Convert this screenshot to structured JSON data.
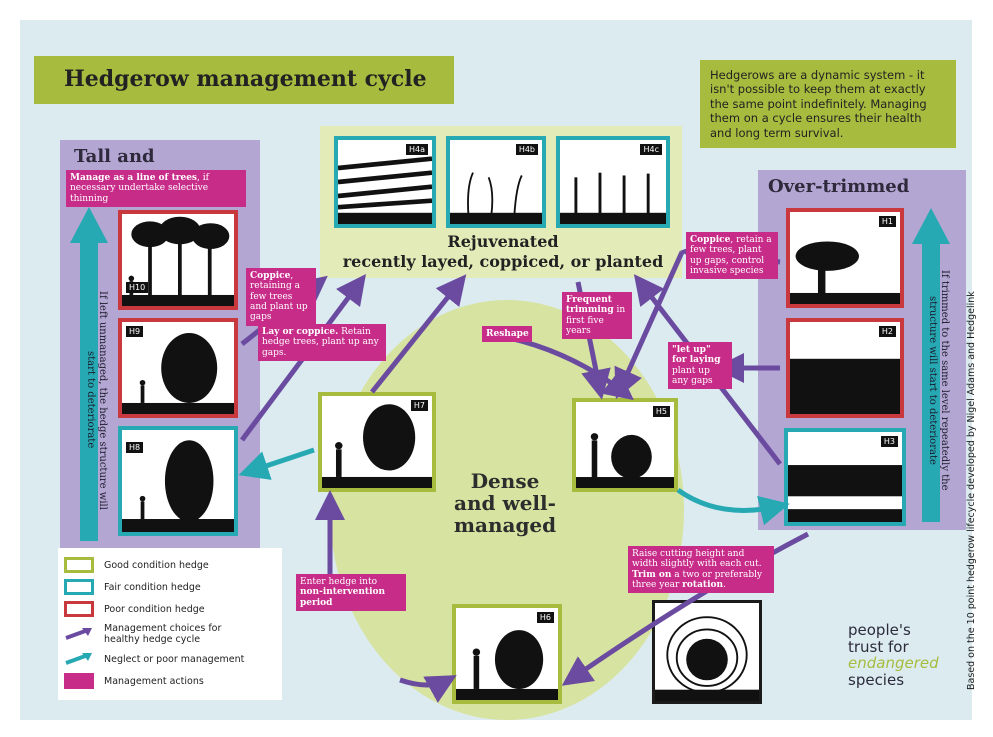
{
  "title": "Hedgerow management cycle",
  "intro": "Hedgerows are a dynamic system - it isn't possible to keep them at exactly the same point indefinitely. Managing them on a cycle ensures their health and long term survival.",
  "left_column": {
    "title": "Tall and overgrown",
    "action_bold": "Manage as a line of trees",
    "action_rest": ", if necessary undertake selective thinning",
    "side_text": "If left unmanaged, the hedge structure will start to deteriorate"
  },
  "right_column": {
    "title": "Over-trimmed",
    "side_text": "If trimmed to the same level repeatedly the structure will start to deteriorate"
  },
  "top_center": {
    "line1": "Rejuvenated",
    "line2": "recently layed, coppiced, or planted"
  },
  "center": {
    "line1": "Dense",
    "line2": "and well-",
    "line3": "managed"
  },
  "pictures": {
    "H1": "H1",
    "H2": "H2",
    "H3": "H3",
    "H4a": "H4a",
    "H4b": "H4b",
    "H4c": "H4c",
    "H5": "H5",
    "H6": "H6",
    "H7": "H7",
    "H8": "H8",
    "H9": "H9",
    "H10": "H10"
  },
  "actions": {
    "coppice_left_bold": "Coppice",
    "coppice_left_rest": ", retaining a few trees and plant up gaps",
    "lay_bold": "Lay or coppice.",
    "lay_rest": " Retain hedge trees, plant up any gaps.",
    "reshape": "Reshape",
    "frequent_bold": "Frequent trimming",
    "frequent_rest": " in first five years",
    "coppice_right_bold": "Coppice",
    "coppice_right_rest": ", retain a few trees, plant up gaps, control invasive species",
    "letup_bold": "\"let up\" for laying",
    "letup_rest": " plant up any gaps",
    "raise_1": "Raise cutting height and width slightly with each cut. ",
    "raise_bold1": "Trim on",
    "raise_2": " a two or preferably three year ",
    "raise_bold2": "rotation",
    "raise_3": ".",
    "enter_1": "Enter hedge into ",
    "enter_bold": "non-intervention period"
  },
  "legend": [
    {
      "label": "Good condition hedge",
      "kind": "box",
      "color": "#a7bc3e"
    },
    {
      "label": "Fair condition hedge",
      "kind": "box",
      "color": "#27a9b4"
    },
    {
      "label": "Poor condition hedge",
      "kind": "box",
      "color": "#c9383c"
    },
    {
      "label": "Management choices for healthy hedge cycle",
      "kind": "arrow",
      "color": "#6a4ba0"
    },
    {
      "label": "Neglect or poor management",
      "kind": "arrow",
      "color": "#27a9b4"
    },
    {
      "label": "Management actions",
      "kind": "fill",
      "color": "#c72c89"
    }
  ],
  "logo": {
    "line1": "people's",
    "line2": "trust for",
    "line3": "endangered",
    "line4": "species"
  },
  "credit": "Based on the 10 point hedgerow lifecycle developed by Nigel Adams and Hedgelink",
  "colors": {
    "good": "#a7bc3e",
    "fair": "#27a9b4",
    "poor": "#c9383c",
    "purple": "#6a4ba0",
    "magenta": "#c72c89"
  }
}
